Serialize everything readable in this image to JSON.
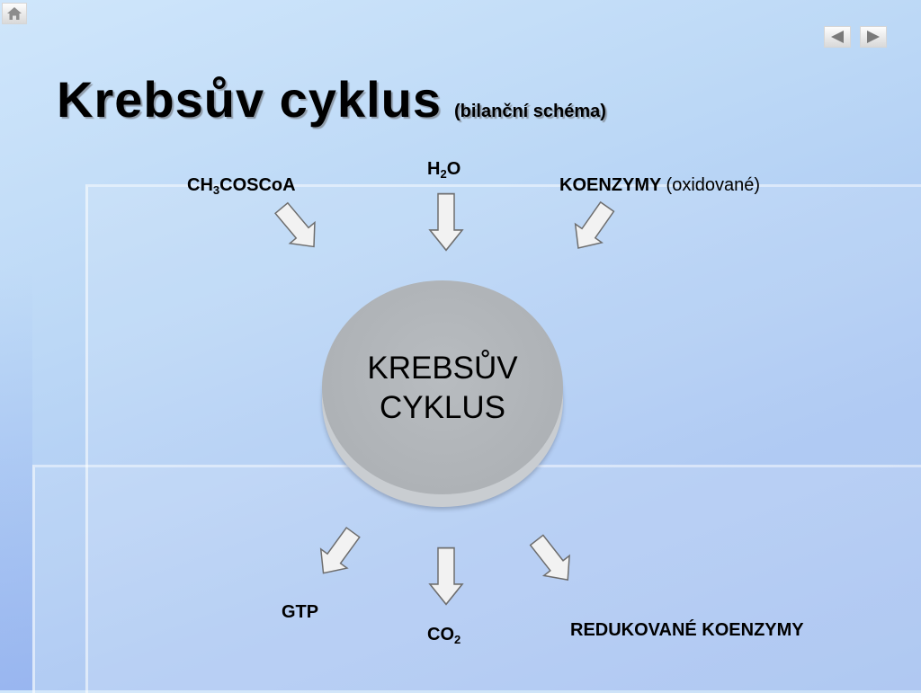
{
  "title": {
    "main": "Krebsův cyklus",
    "subtitle": "(bilanční schéma)"
  },
  "nav": {
    "home_icon": "home-icon",
    "prev_icon": "triangle-left-icon",
    "next_icon": "triangle-right-icon"
  },
  "inputs": {
    "acetyl": {
      "text": "CH",
      "sub": "3",
      "rest": "COSCoA"
    },
    "water": {
      "text": "H",
      "sub": "2",
      "rest": "O"
    },
    "coenzymes": {
      "bold": "KOENZYMY",
      "normal": "(oxidované)"
    }
  },
  "center": {
    "line1": "KREBSŮV",
    "line2": "CYKLUS"
  },
  "outputs": {
    "gtp": "GTP",
    "co2": {
      "text": "CO",
      "sub": "2"
    },
    "reduced": "REDUKOVANÉ KOENZYMY"
  },
  "colors": {
    "background": "#bcd8f6",
    "circle": "#aeb2b6",
    "arrow_fill": "#f2f2f2",
    "arrow_stroke": "#6e6e6e"
  }
}
